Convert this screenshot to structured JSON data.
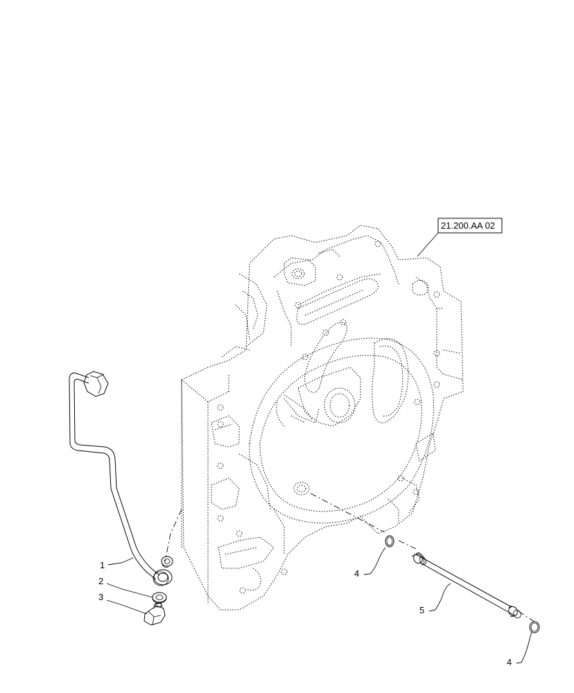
{
  "reference_box": {
    "text": "21.200.AA 02"
  },
  "callouts": [
    {
      "id": "1",
      "part": "hydraulic-pipe"
    },
    {
      "id": "2",
      "part": "sealing-washer"
    },
    {
      "id": "3",
      "part": "banjo-bolt"
    },
    {
      "id": "4",
      "part": "o-ring-upper"
    },
    {
      "id": "5",
      "part": "tube"
    },
    {
      "id": "4",
      "part": "o-ring-lower"
    }
  ],
  "colors": {
    "line": "#000000",
    "background": "#ffffff"
  }
}
